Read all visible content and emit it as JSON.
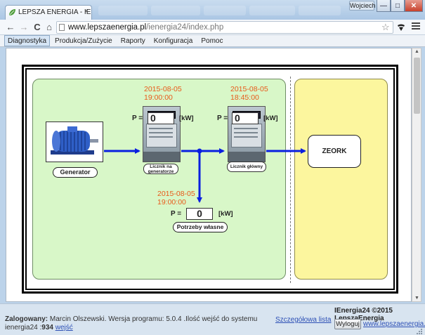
{
  "browser": {
    "tab_title": "LEPSZA ENERGIA - IENER",
    "tab_close": "×",
    "window_label": "Wojciech",
    "url_host": "www.lepszaenergia.pl",
    "url_path": "/ienergia24/index.php",
    "back": "←",
    "forward": "→",
    "reload": "C",
    "home": "⌂",
    "star": "☆",
    "minimize": "—",
    "maximize": "□",
    "close": "✕"
  },
  "menu": {
    "items": [
      "Diagnostyka",
      "Produkcja/Zużycie",
      "Raporty",
      "Konfiguracja",
      "Pomoc"
    ],
    "active_index": 0
  },
  "diagram": {
    "generator_label": "Generator",
    "generator_meter": {
      "timestamp_date": "2015-08-05",
      "timestamp_time": "19:00:00",
      "p_label": "P =",
      "value": "0",
      "unit": "[kW]",
      "label_line1": "Licznik na",
      "label_line2": "generatorze"
    },
    "main_meter": {
      "timestamp_date": "2015-08-05",
      "timestamp_time": "18:45:00",
      "p_label": "P =",
      "value": "0",
      "unit": "[kW]",
      "label": "Licznik główny"
    },
    "own_needs": {
      "timestamp_date": "2015-08-05",
      "timestamp_time": "19:00:00",
      "p_label": "P =",
      "value": "0",
      "unit": "[kW]",
      "label": "Potrzeby własne"
    },
    "grid_label": "ZEORK"
  },
  "footer": {
    "logged_in_label": "Zalogowany:",
    "logged_in_text": "Marcin Olszewski. Wersja programu: 5.0.4 .Ilość wejść do systemu ienergia24 :",
    "login_count": "934",
    "login_link": "wejść",
    "details_link": "Szczegółowa lista",
    "copyright": "IEnergia24 ©2015 LepszaEnergia",
    "logout_button": "Wyloguj",
    "home_link": "www.lepszaenergia.pl"
  },
  "colors": {
    "flow_arrow": "#0a1fe0",
    "timestamp": "#e85a1a",
    "green_panel": "#d8f7c8",
    "yellow_panel": "#fcf69e"
  }
}
